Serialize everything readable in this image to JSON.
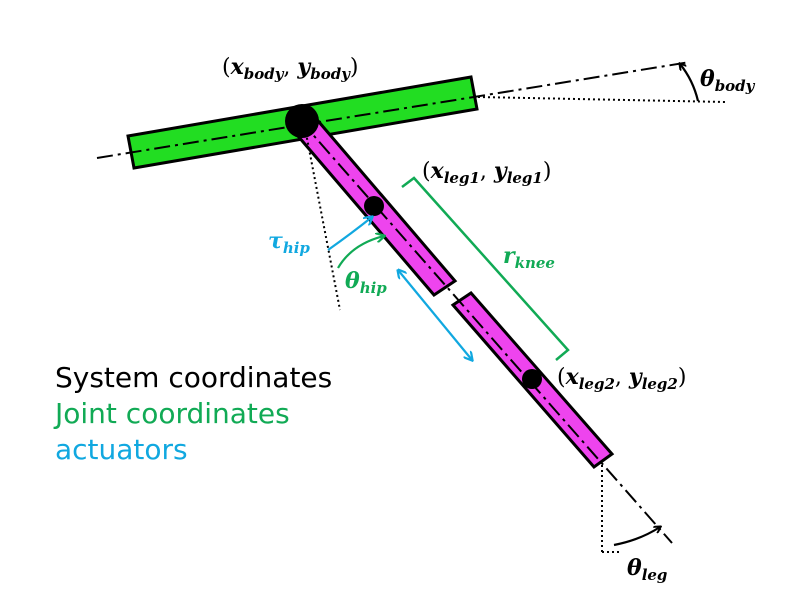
{
  "colors": {
    "body_fill": "#22dd22",
    "leg_fill": "#ee44ee",
    "system": "#000000",
    "joint": "#11aa55",
    "actuator": "#11a8e0"
  },
  "labels": {
    "body_pos": {
      "open": "(",
      "x": "x",
      "x_sub": "body",
      "sep": ", ",
      "y": "y",
      "y_sub": "body",
      "close": ")"
    },
    "leg1_pos": {
      "open": "(",
      "x": "x",
      "x_sub": "leg1",
      "sep": ", ",
      "y": "y",
      "y_sub": "leg1",
      "close": ")"
    },
    "leg2_pos": {
      "open": "(",
      "x": "x",
      "x_sub": "leg2",
      "sep": ", ",
      "y": "y",
      "y_sub": "leg2",
      "close": ")"
    },
    "theta_body": {
      "sym": "θ",
      "sub": "body"
    },
    "theta_leg": {
      "sym": "θ",
      "sub": "leg"
    },
    "theta_hip": {
      "sym": "θ",
      "sub": "hip"
    },
    "tau_hip": {
      "sym": "τ",
      "sub": "hip"
    },
    "r_knee": {
      "sym": "r",
      "sub": "knee"
    }
  },
  "legend": {
    "system": "System coordinates",
    "joint": "Joint coordinates",
    "actuators": "actuators"
  }
}
